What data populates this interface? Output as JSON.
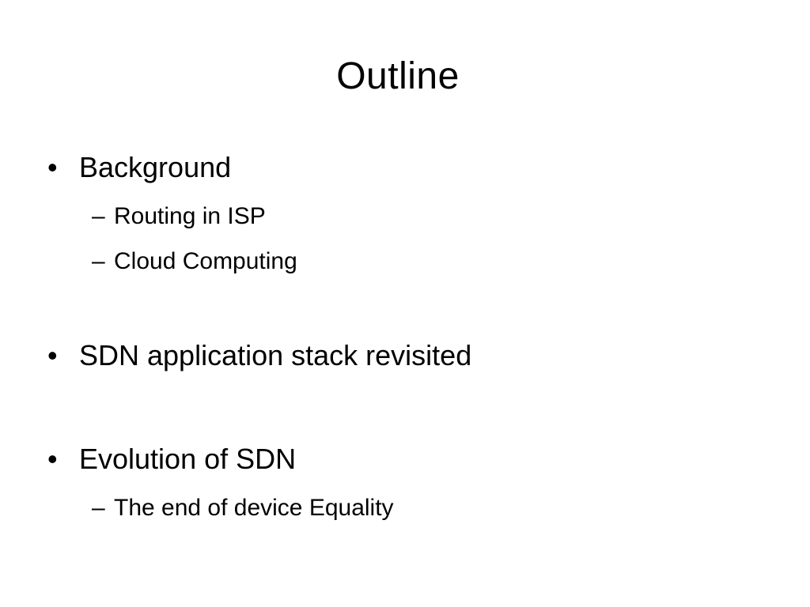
{
  "slide": {
    "title": "Outline",
    "items": [
      {
        "marker": "•",
        "label": "Background",
        "subitems": [
          {
            "marker": "–",
            "label": "Routing in ISP"
          },
          {
            "marker": "–",
            "label": "Cloud Computing"
          }
        ]
      },
      {
        "marker": "•",
        "label": "SDN application stack revisited",
        "subitems": []
      },
      {
        "marker": "•",
        "label": "Evolution of SDN",
        "subitems": [
          {
            "marker": "–",
            "label": "The end of device Equality"
          }
        ]
      }
    ]
  }
}
